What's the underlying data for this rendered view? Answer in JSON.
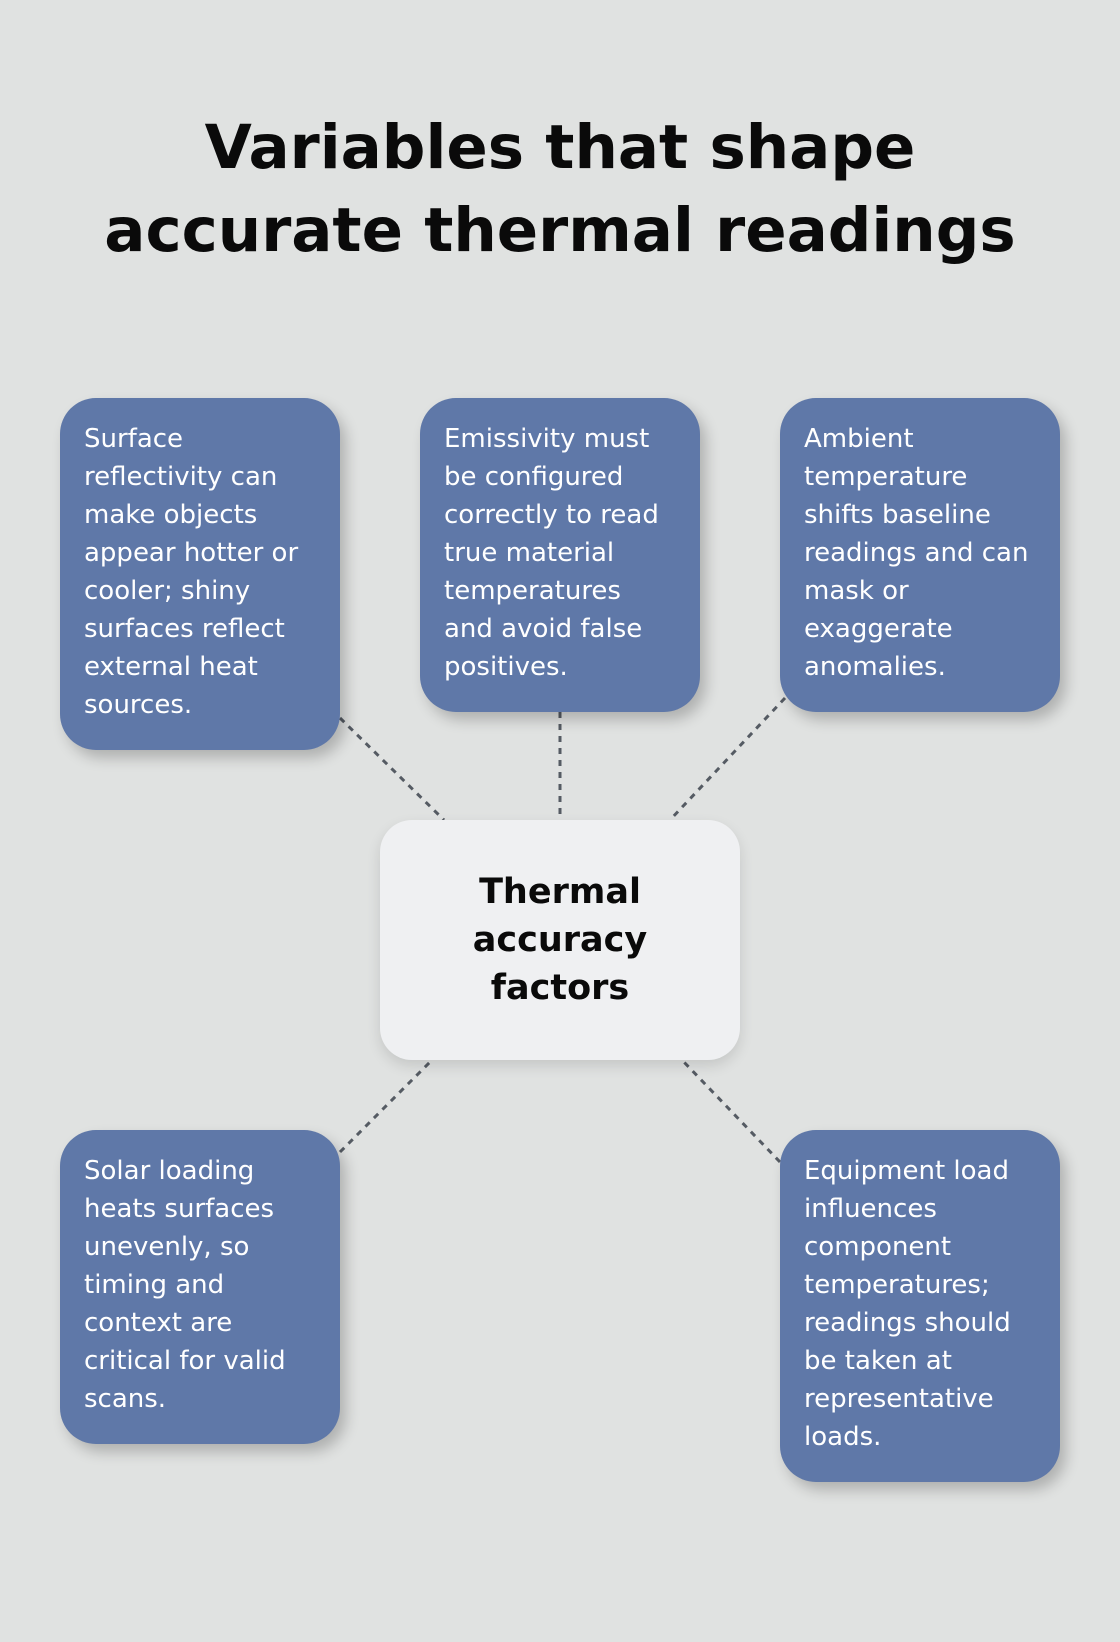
{
  "title": "Variables that shape accurate thermal readings",
  "center": {
    "label": "Thermal accuracy factors"
  },
  "factors": [
    {
      "text": "Surface reflectivity can make objects appear hotter or cooler; shiny surfaces reflect external heat sources."
    },
    {
      "text": "Emissivity must be configured correctly to read true material temperatures and avoid false positives."
    },
    {
      "text": "Ambient temperature shifts baseline readings and can mask or exaggerate anomalies."
    },
    {
      "text": "Solar loading heats surfaces unevenly, so timing and context are critical for valid scans."
    },
    {
      "text": "Equipment load influences component temperatures; readings should be taken at representative loads."
    }
  ],
  "colors": {
    "background": "#e0e2e1",
    "factor_box": "#5f78a8",
    "center_box": "#eff0f2",
    "connector": "#555b63"
  }
}
